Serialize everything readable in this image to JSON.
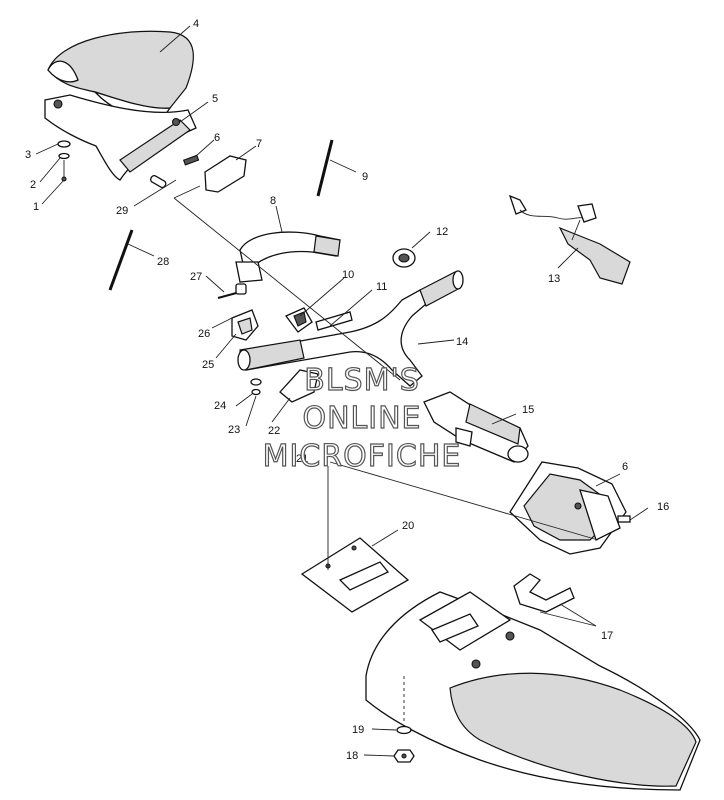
{
  "callouts": {
    "c1": "1",
    "c2": "2",
    "c3": "3",
    "c4": "4",
    "c5": "5",
    "c6a": "6",
    "c6b": "6",
    "c7": "7",
    "c8": "8",
    "c9": "9",
    "c10": "10",
    "c11": "11",
    "c12": "12",
    "c13": "13",
    "c14": "14",
    "c15": "15",
    "c16": "16",
    "c17": "17",
    "c18": "18",
    "c19": "19",
    "c20": "20",
    "c21": "21",
    "c22": "22",
    "c23": "23",
    "c24": "24",
    "c25": "25",
    "c26": "26",
    "c27": "27",
    "c28": "28",
    "c29": "29"
  },
  "watermark": {
    "line1": "BLSM'S",
    "line2": "ONLINE",
    "line3": "MICROFICHE"
  }
}
